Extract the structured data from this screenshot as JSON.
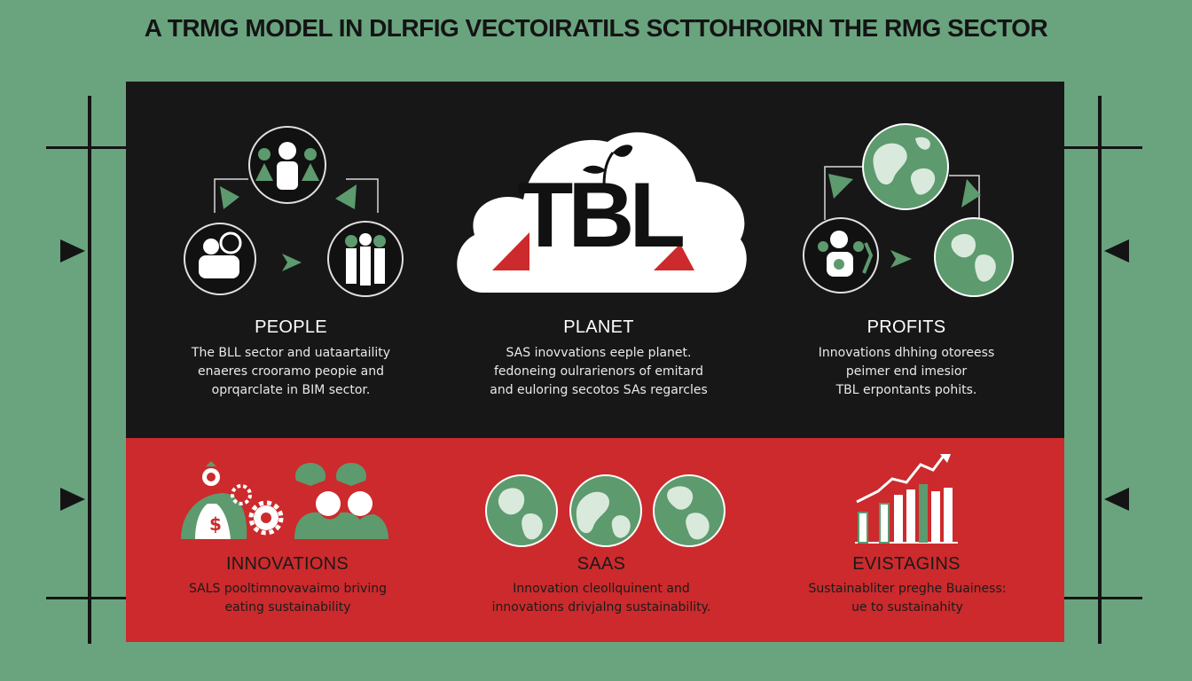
{
  "title": "A TRMG MODEL IN DLRFIG VECTOIRATILS SCTTOHROIRN THE RMG SECTOR",
  "colors": {
    "background": "#6aa47f",
    "panel_dark": "#171717",
    "panel_red": "#cc2a2c",
    "accent_green": "#5d9a6e",
    "accent_red": "#cc2a2c"
  },
  "center_logo": {
    "text": "TBL",
    "icon": "cloud-leaf-icon"
  },
  "top_columns": [
    {
      "heading": "PEOPLE",
      "lines": [
        "The BLL sector and uataartaility",
        "enaeres crooramo peopie  and",
        "oprqarclate in BIM  sector."
      ],
      "icons": [
        "people-group-icon",
        "people-cycle-icon"
      ]
    },
    {
      "heading": "PLANET",
      "lines": [
        "SAS inovvations eeple planet.",
        "fedoneing oulrarienors of emitard",
        "and euloring secotos SAs regarcles"
      ]
    },
    {
      "heading": "PROFITS",
      "lines": [
        "Innovations dhhing otoreess",
        "peimer end imesior",
        "TBL erpontants pohits."
      ],
      "icons": [
        "globe-icon",
        "globe-cycle-icon"
      ]
    }
  ],
  "bottom_columns": [
    {
      "heading": "INNOVATIONS",
      "lines": [
        "SALS pooltimnovavaimo briving",
        "eating sustainability"
      ],
      "icons": [
        "money-bag-icon",
        "gear-icon",
        "people-team-icon"
      ]
    },
    {
      "heading": "SAAS",
      "lines": [
        "Innovation cleollquinent and",
        "innovations drivjalng sustainability."
      ],
      "icons": [
        "globe-icon",
        "globe-icon",
        "globe-icon"
      ]
    },
    {
      "heading": "EVISTAGINS",
      "lines": [
        "Sustainabliter preghe Buainess:",
        "ue to sustainahity"
      ],
      "icons": [
        "bar-chart-icon",
        "trend-arrow-icon"
      ]
    }
  ]
}
